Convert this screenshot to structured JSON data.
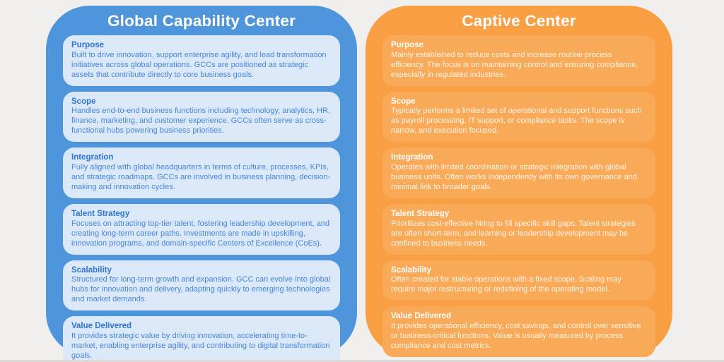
{
  "background_color": "#f0efee",
  "panels": [
    {
      "id": "global-capability-center",
      "title": "Global Capability Center",
      "panel_color": "#4f95db",
      "card_color": "#dae8f8",
      "heading_color": "#2e74d3",
      "body_color": "#4a86da",
      "title_color": "#ffffff",
      "sections": [
        {
          "heading": "Purpose",
          "body": "Built to drive innovation, support enterprise agility, and lead transformation initiatives across global operations. GCCs are positioned as strategic assets that contribute directly to core business goals."
        },
        {
          "heading": "Scope",
          "body": "Handles end-to-end business functions including technology, analytics, HR, finance, marketing, and customer experience. GCCs often serve as cross-functional hubs powering business priorities."
        },
        {
          "heading": "Integration",
          "body": "Fully aligned with global headquarters in terms of culture, processes, KPIs, and strategic roadmaps. GCCs are involved in business planning, decision-making and innovation cycles."
        },
        {
          "heading": "Talent Strategy",
          "body": "Focuses on attracting top-tier talent, fostering leadership development, and creating long-term career paths. Investments are made in upskilling, innovation programs, and domain-specific Centers of Excellence (CoEs)."
        },
        {
          "heading": "Scalability",
          "body": "Structured for long-term growth and expansion. GCC can evolve into global hubs for innovation and delivery, adapting quickly to emerging technologies and market demands."
        },
        {
          "heading": "Value Delivered",
          "body": "It provides strategic value by driving innovation, accelerating time-to-market, enabling enterprise agility, and contributing to digital transformation goals."
        }
      ]
    },
    {
      "id": "captive-center",
      "title": "Captive Center",
      "panel_color": "#f89f44",
      "card_color": "#f9aa59",
      "heading_color": "#ffffff",
      "body_color": "#fffcf7",
      "title_color": "#ffffff",
      "sections": [
        {
          "heading": "Purpose",
          "body": "Mainly established to reduce costs and increase routine process efficiency. The focus is on maintaining control and ensuring compliance, especially in regulated industries."
        },
        {
          "heading": "Scope",
          "body": "Typically performs a limited set of operational and support functions such as payroll processing, IT support, or compliance tasks. The scope is narrow, and execution focused."
        },
        {
          "heading": "Integration",
          "body": "Operates with limited coordination or strategic integration with global business units. Often works independently with its own governance and minimal link to broader goals."
        },
        {
          "heading": "Talent Strategy",
          "body": "Prioritizes cost-effective hiring to fill specific skill gaps. Talent strategies are often short-term, and learning or leadership development may be confined to business needs."
        },
        {
          "heading": "Scalability",
          "body": "Often created for stable operations with a fixed scope. Scaling may require major restructuring or redefining of the operating model."
        },
        {
          "heading": "Value Delivered",
          "body": "It provides operational efficiency, cost savings, and control over sensitive or business-critical functions. Value is usually measured by process compliance and cost metrics."
        }
      ]
    }
  ]
}
